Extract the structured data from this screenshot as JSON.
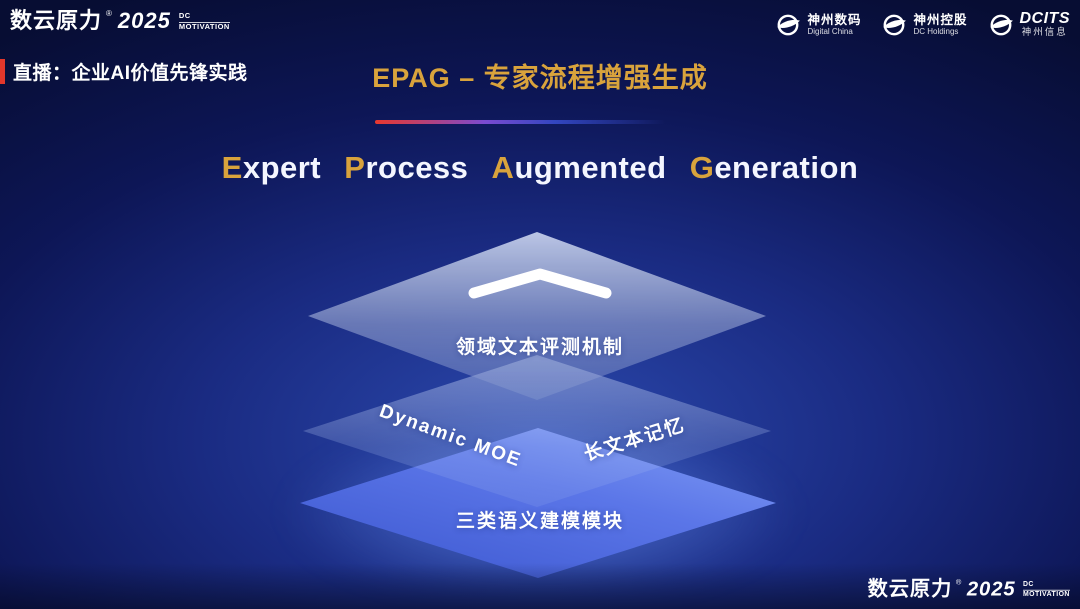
{
  "brand": {
    "name": "数云原力",
    "reg": "®",
    "year": "2025",
    "tag_line1": "DC",
    "tag_line2": "MOTIVATION"
  },
  "live_label": "直播：企业AI价值先锋实践",
  "title": {
    "cn": "EPAG – 专家流程增强生成",
    "en": [
      {
        "first": "E",
        "rest": "xpert"
      },
      {
        "first": "P",
        "rest": "rocess"
      },
      {
        "first": "A",
        "rest": "ugmented"
      },
      {
        "first": "G",
        "rest": "eneration"
      }
    ]
  },
  "partner_logos": [
    {
      "name": "神州数码",
      "sub": "Digital China"
    },
    {
      "name": "神州控股",
      "sub": "DC Holdings"
    },
    {
      "name": "DCITS",
      "sub": "神州信息"
    }
  ],
  "diagram": {
    "top_layer": {
      "label": "领域文本评测机制"
    },
    "middle_layer": {
      "label_left": "Dynamic  MOE",
      "label_right": "长文本记忆"
    },
    "bottom_layer": {
      "label": "三类语义建模模块"
    }
  },
  "colors": {
    "gold": "#D9A33C",
    "accent_red": "#E2372B",
    "layer_blue": "#4C6BE0",
    "bg_deep": "#070D33"
  }
}
